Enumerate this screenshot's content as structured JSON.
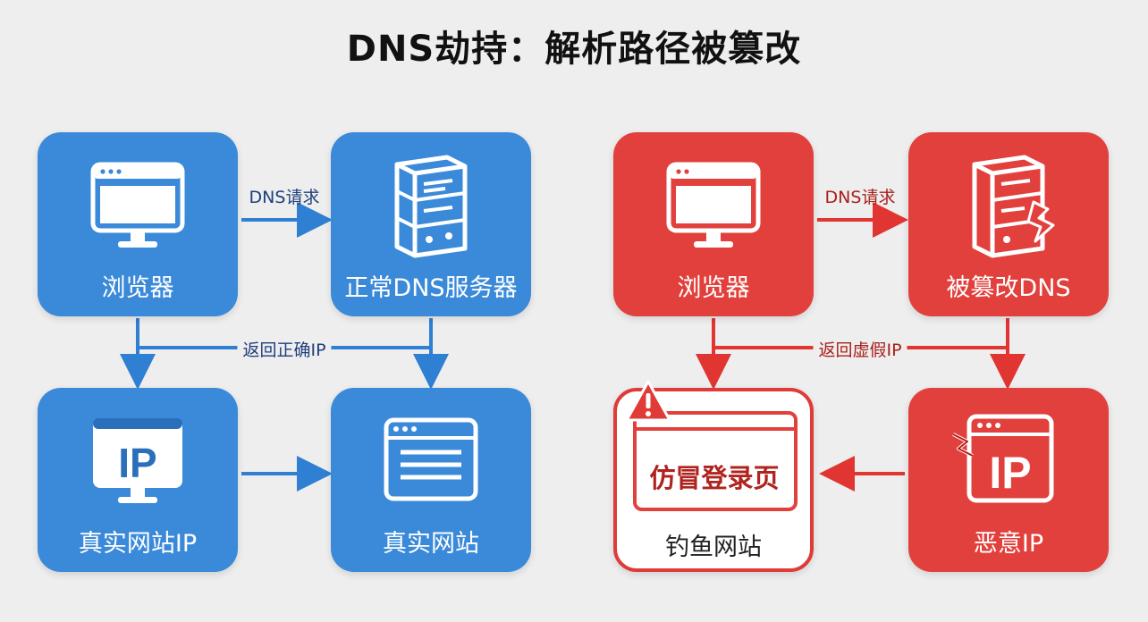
{
  "title": "DNS劫持：解析路径被篡改",
  "normal_path": {
    "browser": "浏览器",
    "dns_server": "正常DNS服务器",
    "real_ip": "真实网站IP",
    "real_site": "真实网站",
    "request_label": "DNS请求",
    "return_label": "返回正确IP",
    "ip_icon_text": "IP"
  },
  "hijacked_path": {
    "browser": "浏览器",
    "dns_server": "被篡改DNS",
    "malicious_ip": "恶意IP",
    "phishing_site": "钓鱼网站",
    "fake_login": "仿冒登录页",
    "request_label": "DNS请求",
    "return_label": "返回虚假IP",
    "ip_icon_text": "IP"
  },
  "icons": {
    "browser": "browser-window-icon",
    "server": "server-rack-icon",
    "ip": "ip-monitor-icon",
    "website": "website-page-icon",
    "warning": "warning-triangle-icon",
    "broken": "broken-lightning-icon"
  },
  "colors": {
    "normal": "#3a8ad9",
    "hijacked": "#e2403c",
    "normal_arrow": "#2f7fd3",
    "hijacked_arrow": "#e03531"
  }
}
